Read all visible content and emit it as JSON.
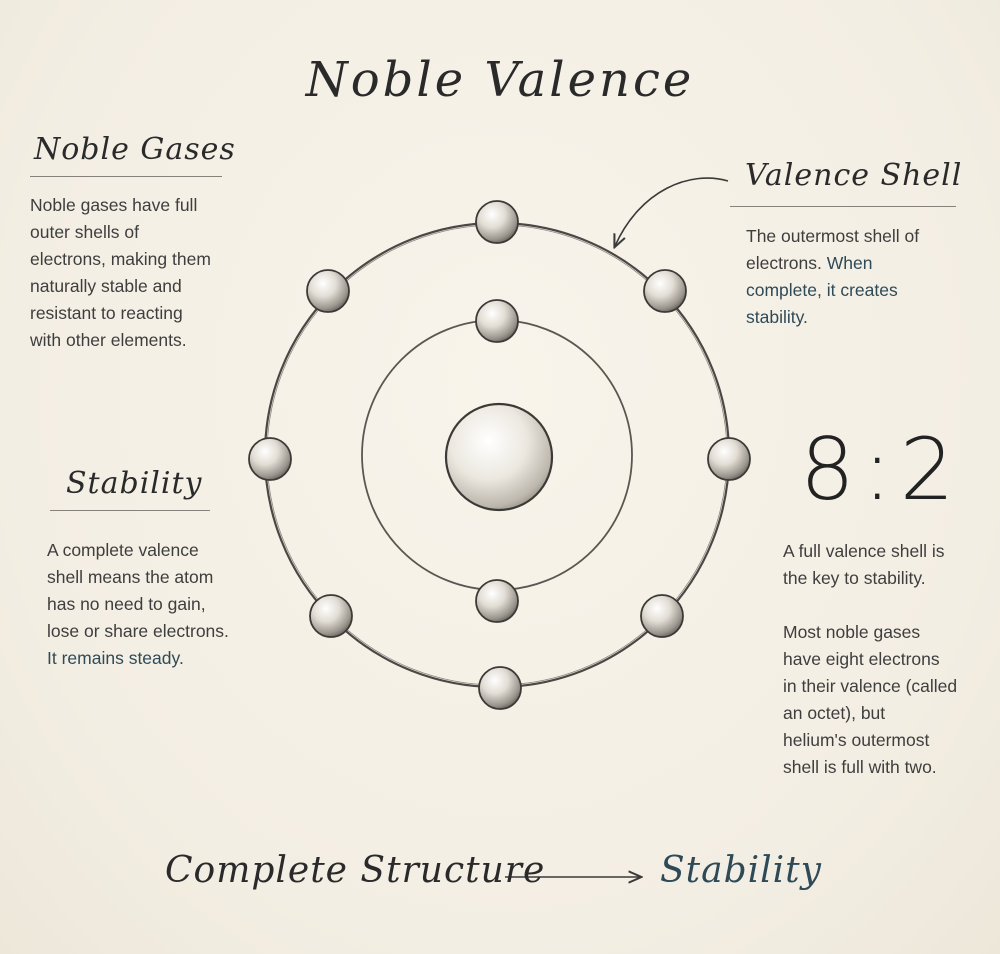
{
  "title": "Noble Valence",
  "noble_gases": {
    "heading": "Noble Gases",
    "lines": [
      "Noble gases have full",
      "outer shells of",
      "electrons, making them",
      "naturally stable and",
      "resistant to reacting",
      "with other elements."
    ]
  },
  "valence_shell": {
    "heading": "Valence Shell",
    "line1": "The outermost shell of",
    "line2_plain": "electrons. ",
    "line2_accent": "When",
    "line3_accent": "complete, it creates",
    "line4_accent": "stability."
  },
  "stability": {
    "heading": "Stability",
    "lines": [
      "A complete valence",
      "shell means the atom",
      "has no need to gain,",
      "lose or share electrons."
    ],
    "accent_line": "It remains steady."
  },
  "ratio": {
    "value": "8:2",
    "para1": [
      "A full valence shell is",
      "the key to stability."
    ],
    "para2": [
      "Most noble gases",
      "have eight electrons",
      "in their valence (called",
      "an octet), but",
      "helium's outermost",
      "shell is full with two."
    ]
  },
  "bottom": {
    "left": "Complete Structure",
    "right": "Stability"
  },
  "colors": {
    "accent": "#2f4a57",
    "ink": "#2a2a2a",
    "paper": "#f5f0e6"
  }
}
